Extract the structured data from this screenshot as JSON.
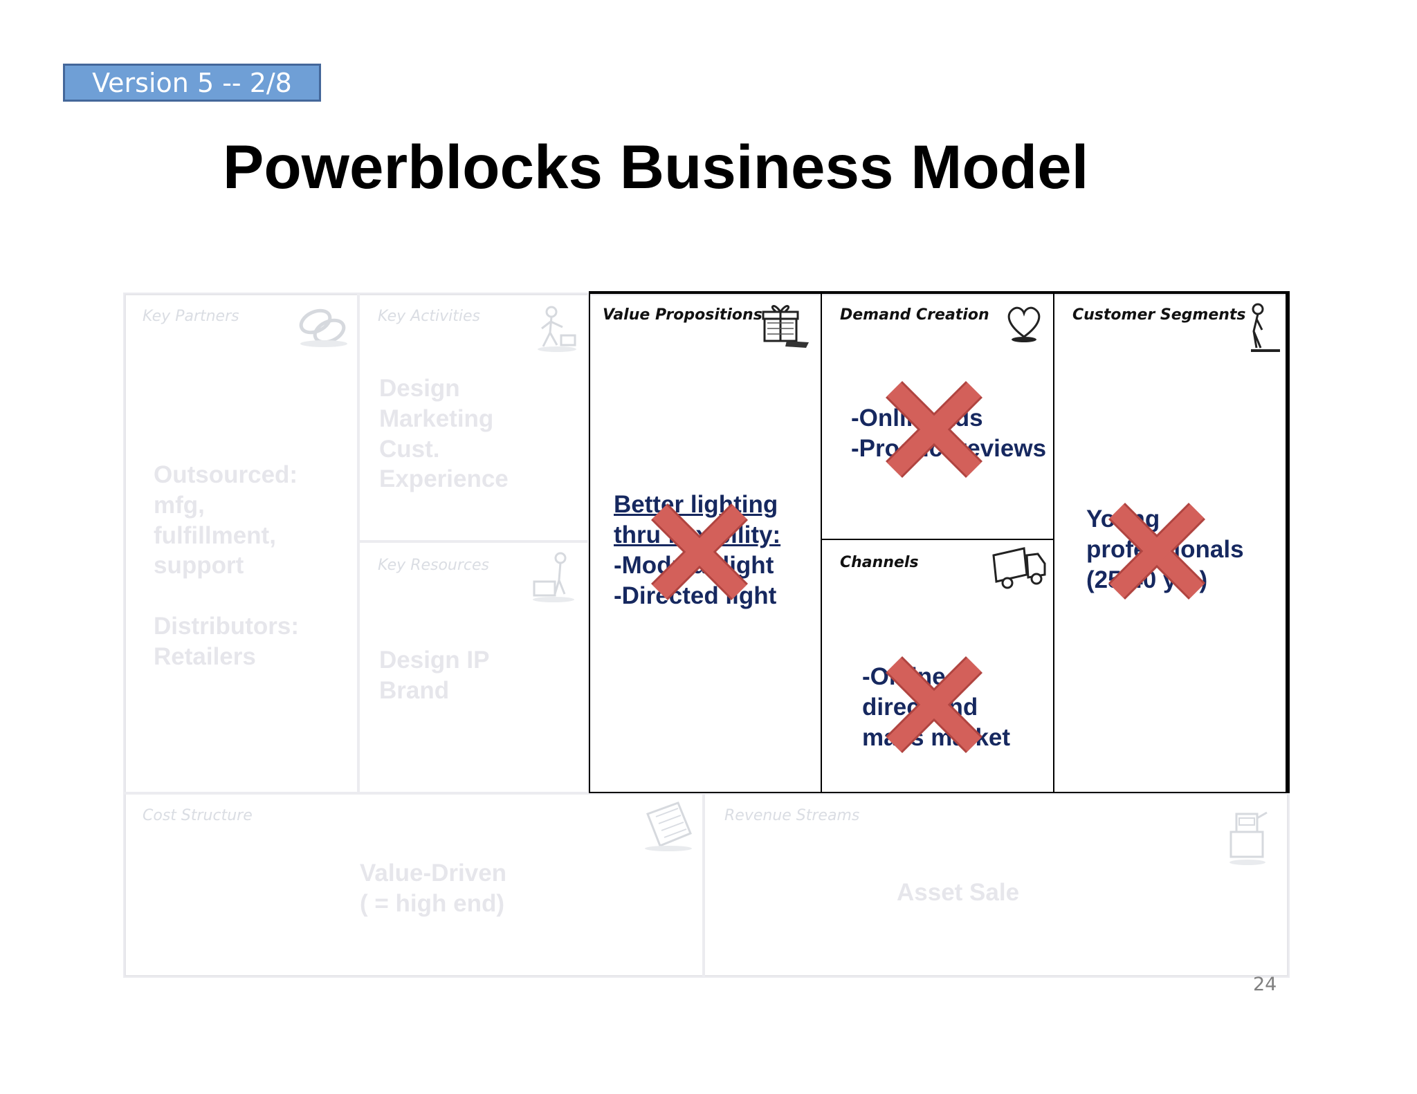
{
  "slide": {
    "version_label": "Version 5 -- 2/8",
    "title": "Powerblocks Business Model",
    "page_number": "24"
  },
  "canvas": {
    "key_partners": {
      "title": "Key Partners",
      "text": "Outsourced:\nmfg,\nfulfillment,\nsupport\n\nDistributors:\nRetailers",
      "icon": "chain-link-icon"
    },
    "key_activities": {
      "title": "Key Activities",
      "text": "Design\nMarketing\nCust.\nExperience",
      "icon": "worker-icon"
    },
    "key_resources": {
      "title": "Key Resources",
      "text": "Design IP\nBrand",
      "icon": "resources-icon"
    },
    "value_propositions": {
      "title": "Value Propositions",
      "text": "-Modular light\n-Directed light",
      "headline": "Better lighting\nthru flexibility:",
      "icon": "gift-icon",
      "crossed_out": true
    },
    "demand_creation": {
      "title": "Demand Creation",
      "text": "-Online ads\n-Product reviews",
      "icon": "heart-icon",
      "crossed_out": true
    },
    "channels": {
      "title": "Channels",
      "text": "-Online\ndirect and\nmass market",
      "icon": "truck-icon",
      "crossed_out": true
    },
    "customer_segments": {
      "title": "Customer Segments",
      "text": "Young\nprofessionals\n(25-40 yrs)",
      "icon": "person-icon",
      "crossed_out": true
    },
    "cost_structure": {
      "title": "Cost Structure",
      "text": "Value-Driven\n( = high end)",
      "icon": "receipt-icon"
    },
    "revenue_streams": {
      "title": "Revenue Streams",
      "text": "Asset Sale",
      "icon": "cash-register-icon"
    }
  },
  "colors": {
    "badge": "#6f9fd6",
    "active_text": "#16285f",
    "faded_text": "#e6e6eb",
    "cross": "#d3605a"
  }
}
